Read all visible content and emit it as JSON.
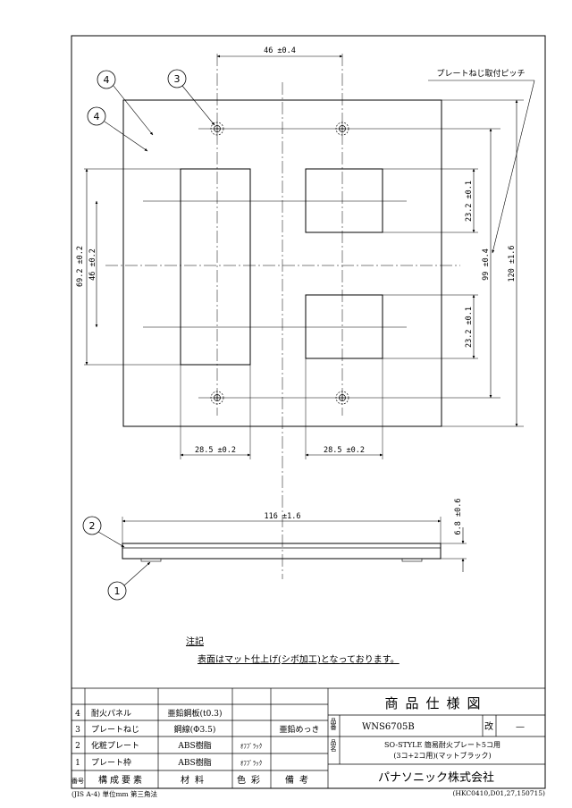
{
  "callouts": [
    "4",
    "3",
    "4",
    "2",
    "1"
  ],
  "dimensions": {
    "screw_pitch_h": "46 ±0.4",
    "screw_pitch_label": "プレートねじ取付ピッチ",
    "outer_h": "69.2 ±0.2",
    "inner_h": "46 ±0.2",
    "sq_top": "23.2 ±0.1",
    "sq_bottom": "23.2 ±0.1",
    "screw_pitch_v": "99 ±0.4",
    "plate_height": "120 ±1.6",
    "left_opening_w": "28.5 ±0.2",
    "right_opening_w": "28.5 ±0.2",
    "side_width": "116 ±1.6",
    "side_thickness": "6.8 ±0.6"
  },
  "notes": {
    "heading": "注記",
    "text": "表面はマット仕上げ(シボ加工)となっております。"
  },
  "parts_table": {
    "header": {
      "no": "番号",
      "element": "構成要素",
      "material": "材料",
      "color": "色彩",
      "remarks": "備考"
    },
    "rows": [
      {
        "no": "4",
        "element": "耐火パネル",
        "material": "亜鉛鋼板(t0.3)",
        "color": "",
        "remarks": ""
      },
      {
        "no": "3",
        "element": "プレートねじ",
        "material": "鋼線(Φ3.5)",
        "color": "",
        "remarks": "亜鉛めっき"
      },
      {
        "no": "2",
        "element": "化粧プレート",
        "material": "ABS樹脂",
        "color": "ｵﾌﾌﾞﾗｯｸ",
        "remarks": ""
      },
      {
        "no": "1",
        "element": "プレート枠",
        "material": "ABS樹脂",
        "color": "ｵﾌﾌﾞﾗｯｸ",
        "remarks": ""
      }
    ]
  },
  "title_block": {
    "title": "商品仕様図",
    "hinban_label": "品番",
    "hinban": "WNS6705B",
    "kai_label": "改",
    "kai_value": "—",
    "hinmei_label": "品名",
    "hinmei_line1": "SO-STYLE 簡易耐火プレート5コ用",
    "hinmei_line2": "(3コ+2コ用)(マットブラック)",
    "company": "パナソニック株式会社"
  },
  "footer": {
    "left": "(JIS A-4) 単位mm 第三角法",
    "right": "(HKC0410,D01,27,150715)"
  }
}
